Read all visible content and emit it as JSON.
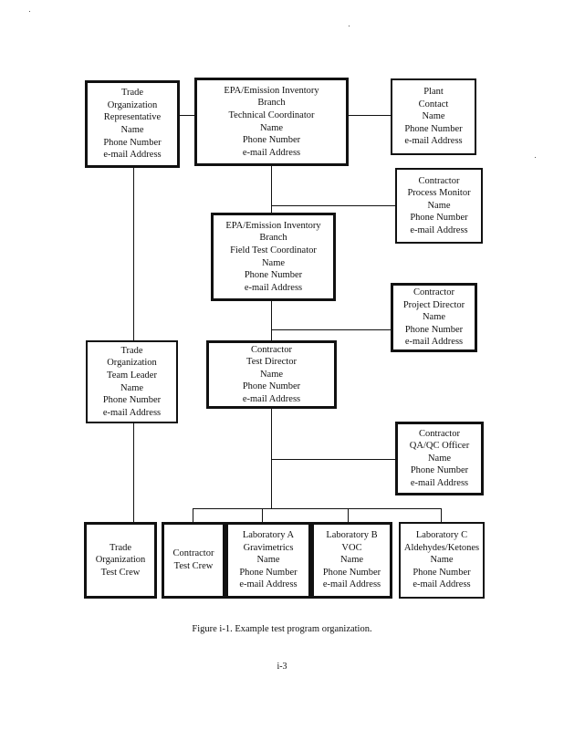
{
  "boxes": {
    "trade_rep": [
      "Trade",
      "Organization",
      "Representative",
      "Name",
      "Phone Number",
      "e-mail Address"
    ],
    "epa_tech": [
      "EPA/Emission Inventory",
      "Branch",
      "Technical Coordinator",
      "Name",
      "Phone Number",
      "e-mail Address"
    ],
    "plant_contact": [
      "Plant",
      "Contact",
      "Name",
      "Phone Number",
      "e-mail Address"
    ],
    "process_monitor": [
      "Contractor",
      "Process Monitor",
      "Name",
      "Phone Number",
      "e-mail Address"
    ],
    "epa_field": [
      "EPA/Emission Inventory",
      "Branch",
      "Field Test Coordinator",
      "Name",
      "Phone Number",
      "e-mail Address"
    ],
    "project_director": [
      "Contractor",
      "Project Director",
      "Name",
      "Phone Number",
      "e-mail Address"
    ],
    "trade_leader": [
      "Trade",
      "Organization",
      "Team Leader",
      "Name",
      "Phone Number",
      "e-mail Address"
    ],
    "test_director": [
      "Contractor",
      "Test Director",
      "Name",
      "Phone Number",
      "e-mail Address"
    ],
    "qaqc_officer": [
      "Contractor",
      "QA/QC Officer",
      "Name",
      "Phone Number",
      "e-mail Address"
    ],
    "trade_crew": [
      "Trade",
      "Organization",
      "Test Crew"
    ],
    "contractor_crew": [
      "Contractor",
      "Test Crew"
    ],
    "lab_a": [
      "Laboratory A",
      "Gravimetrics",
      "Name",
      "Phone Number",
      "e-mail Address"
    ],
    "lab_b": [
      "Laboratory B",
      "VOC",
      "Name",
      "Phone Number",
      "e-mail Address"
    ],
    "lab_c": [
      "Laboratory C",
      "Aldehydes/Ketones",
      "Name",
      "Phone Number",
      "e-mail Address"
    ]
  },
  "caption": "Figure i-1.  Example test program organization.",
  "page_number": "i-3"
}
